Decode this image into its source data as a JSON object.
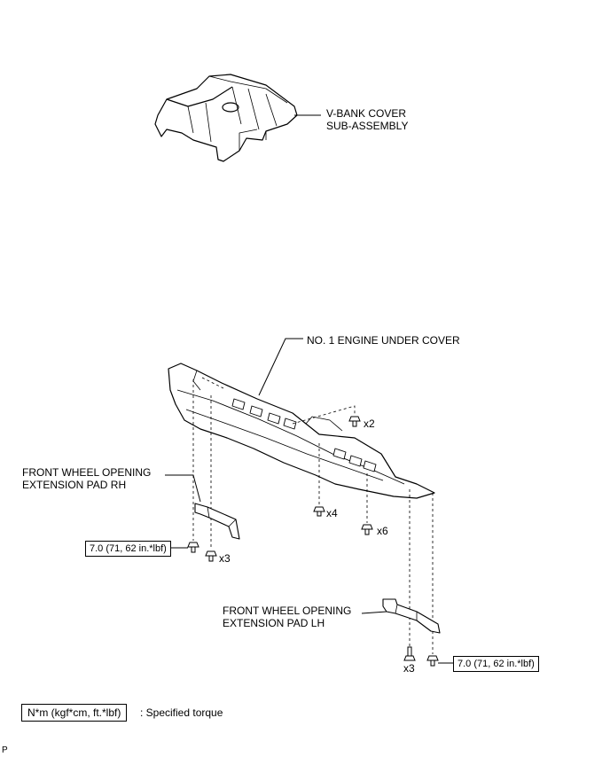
{
  "labels": {
    "vbank_line1": "V-BANK COVER",
    "vbank_line2": "SUB-ASSEMBLY",
    "undercover": "NO. 1 ENGINE UNDER COVER",
    "pad_rh_line1": "FRONT WHEEL OPENING",
    "pad_rh_line2": "EXTENSION PAD RH",
    "pad_lh_line1": "FRONT WHEEL OPENING",
    "pad_lh_line2": "EXTENSION PAD LH"
  },
  "counts": {
    "x2": "x2",
    "x4": "x4",
    "x6": "x6",
    "x3_left": "x3",
    "x3_right": "x3"
  },
  "torque": {
    "left": "7.0 (71, 62 in.*lbf)",
    "right": "7.0 (71, 62 in.*lbf)"
  },
  "legend": {
    "unit_box": "N*m (kgf*cm, ft.*lbf)",
    "description": ": Specified torque"
  },
  "footer": {
    "code": "P"
  }
}
